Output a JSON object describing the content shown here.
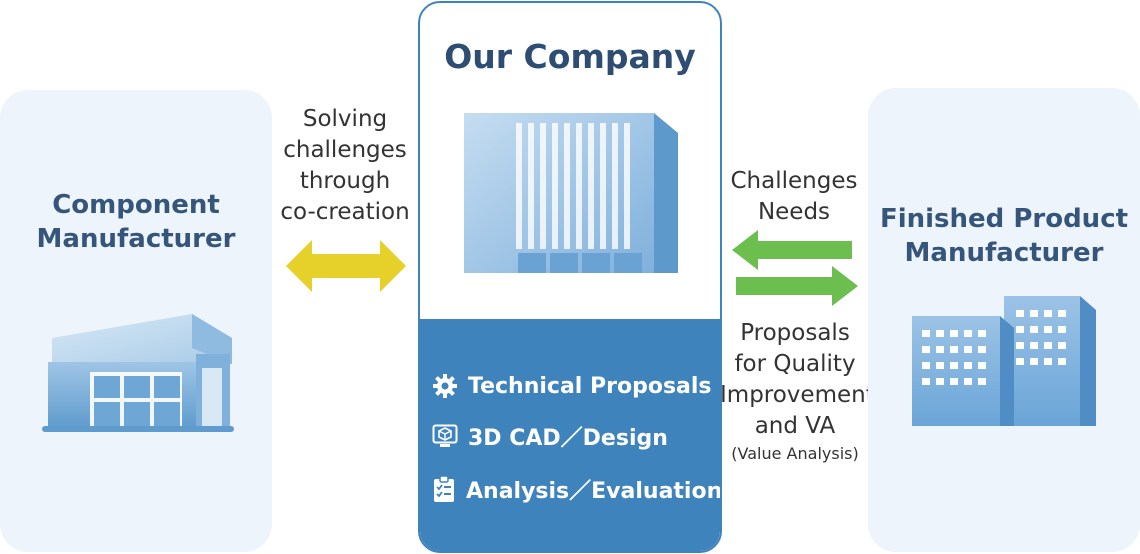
{
  "center": {
    "title": "Our Company",
    "services": [
      {
        "icon": "gear-icon",
        "label": "Technical Proposals"
      },
      {
        "icon": "cube-icon",
        "label": "3D CAD／Design"
      },
      {
        "icon": "clipboard-checklist-icon",
        "label": "Analysis／Evaluation"
      }
    ]
  },
  "left": {
    "title_lines": [
      "Component",
      "Manufacturer"
    ],
    "relation_lines": [
      "Solving",
      "challenges",
      "through",
      "co-creation"
    ]
  },
  "right": {
    "title_lines": [
      "Finished Product",
      "Manufacturer"
    ],
    "incoming_lines": [
      "Challenges",
      "Needs"
    ],
    "outgoing_lines": [
      "Proposals",
      "for Quality",
      "Improvement",
      "and VA"
    ],
    "outgoing_note": "(Value Analysis)"
  },
  "colors": {
    "accent_blue": "#3f83bd",
    "panel_bg": "#edf4fb",
    "yellow_arrow": "#e6d12a",
    "green_arrow": "#6cbf4e"
  }
}
